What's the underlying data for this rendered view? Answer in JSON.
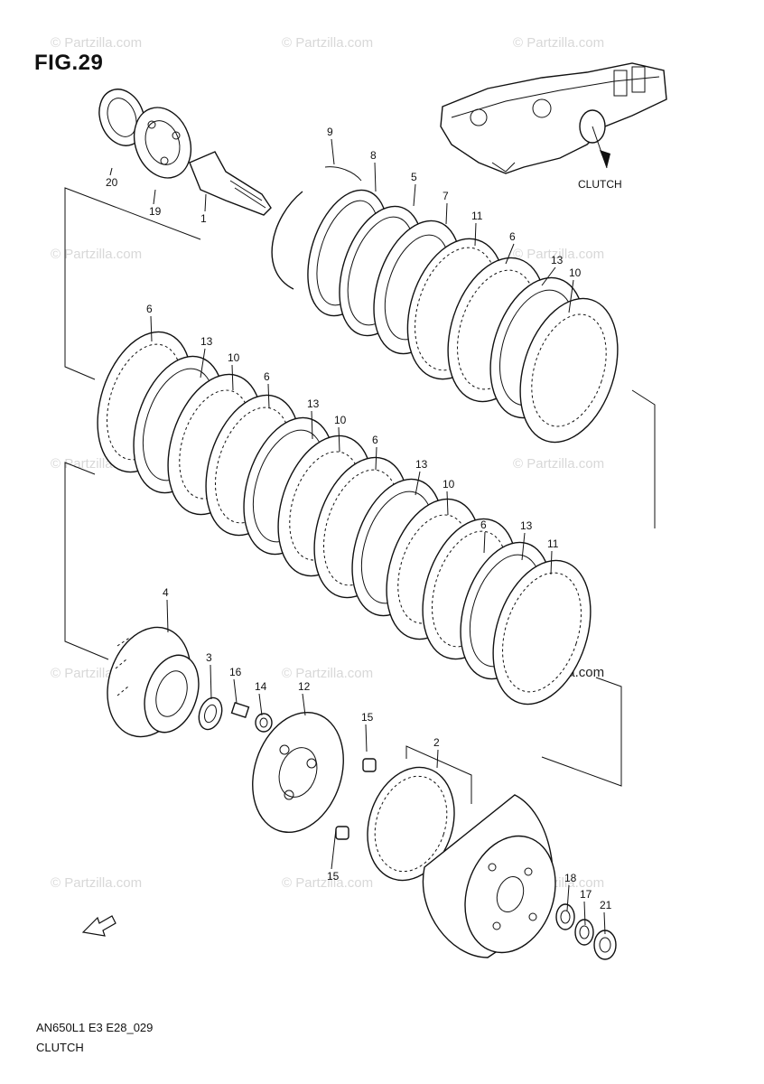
{
  "figure": {
    "title": "FIG.29",
    "code": "AN650L1 E3 E28_029",
    "name": "CLUTCH",
    "reference_label": "CLUTCH"
  },
  "watermarks": {
    "text": "© Partzilla.com",
    "bold_text": "© Partzilla.com"
  },
  "callouts": [
    "20",
    "19",
    "1",
    "9",
    "8",
    "5",
    "7",
    "11",
    "6",
    "13",
    "10",
    "6",
    "13",
    "10",
    "6",
    "13",
    "10",
    "6",
    "13",
    "10",
    "6",
    "13",
    "11",
    "4",
    "3",
    "16",
    "14",
    "12",
    "15",
    "2",
    "15",
    "18",
    "17",
    "21"
  ],
  "icons": {
    "front_arrow": "front-arrow-icon"
  }
}
